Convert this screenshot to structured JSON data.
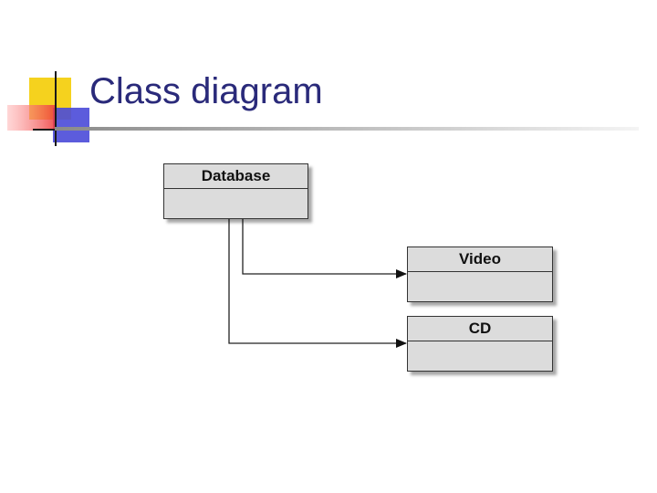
{
  "slide": {
    "title": "Class diagram"
  },
  "diagram": {
    "classes": [
      {
        "id": "database",
        "name": "Database"
      },
      {
        "id": "video",
        "name": "Video"
      },
      {
        "id": "cd",
        "name": "CD"
      }
    ],
    "relations": [
      {
        "from": "Database",
        "to": "Video",
        "kind": "directed-association"
      },
      {
        "from": "Database",
        "to": "CD",
        "kind": "directed-association"
      }
    ]
  },
  "colors": {
    "title": "#2a2a7a",
    "class_fill": "#dcdcdc",
    "deco_yellow": "#f5d21e",
    "deco_red": "#ee3b3b",
    "deco_blue": "#4a4ad8"
  }
}
